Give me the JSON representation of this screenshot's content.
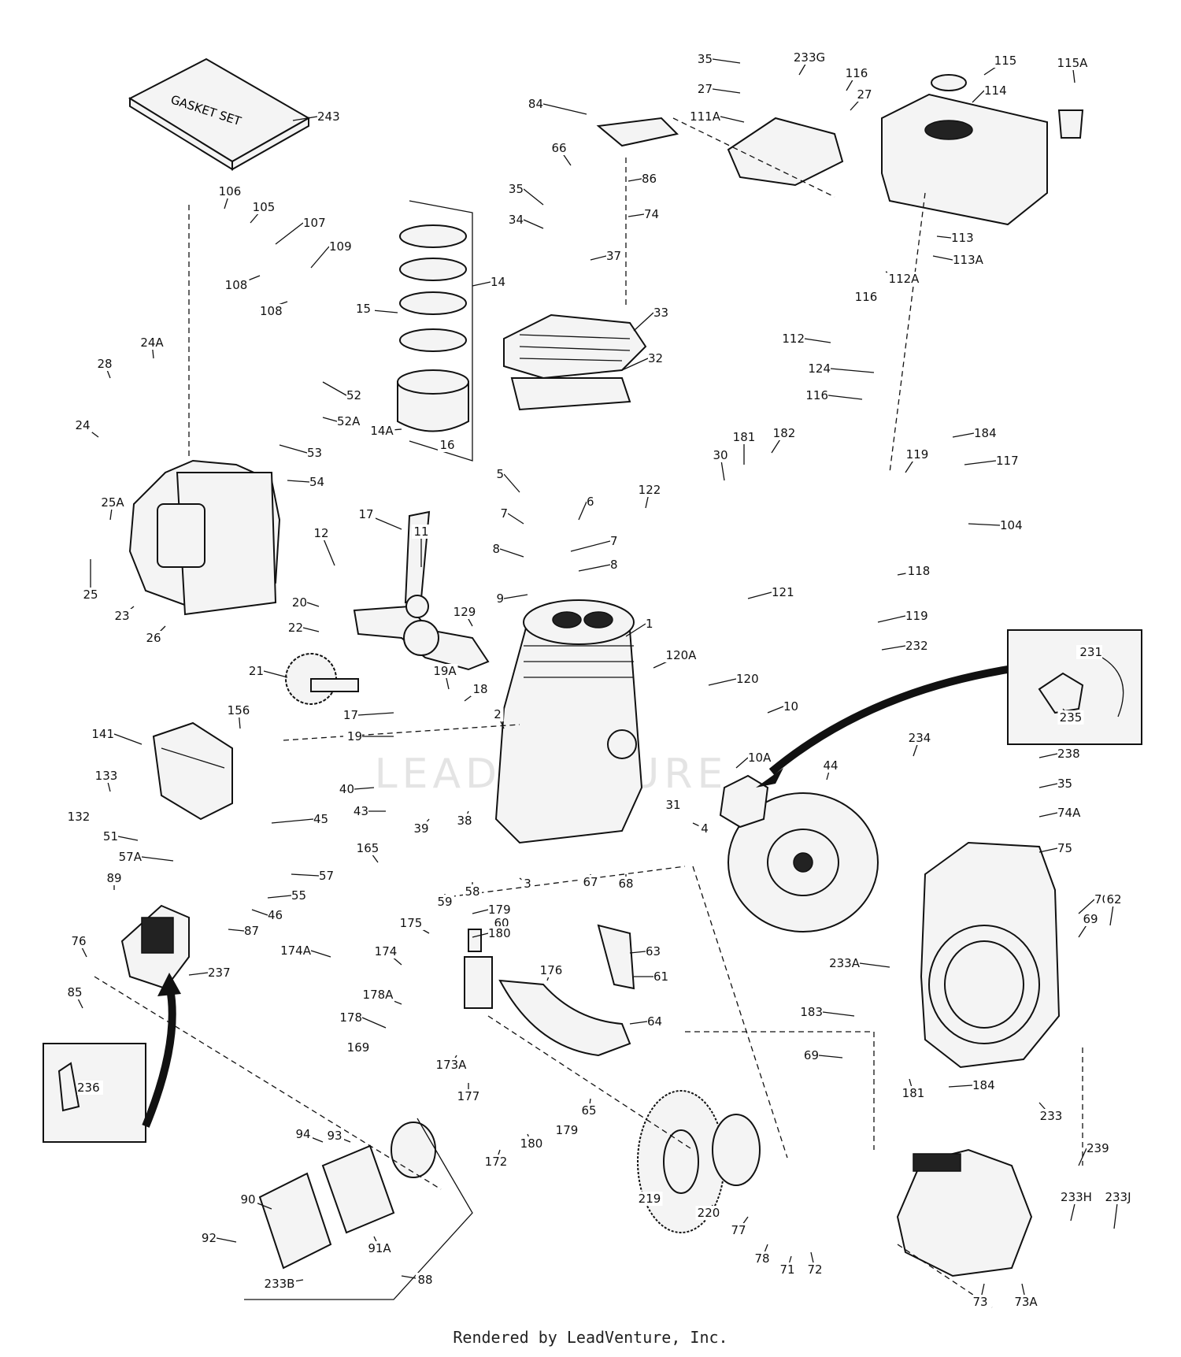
{
  "diagram": {
    "gasket_set_text": "GASKET SET",
    "labels": [
      "243",
      "106",
      "105",
      "107",
      "109",
      "108",
      "108",
      "28",
      "24A",
      "24",
      "25A",
      "25",
      "23",
      "26",
      "52",
      "52A",
      "53",
      "54",
      "12",
      "20",
      "22",
      "21",
      "11",
      "129",
      "17",
      "17",
      "19A",
      "18",
      "19",
      "2",
      "40",
      "43",
      "39",
      "38",
      "156",
      "141",
      "133",
      "132",
      "51",
      "57A",
      "45",
      "57",
      "55",
      "46",
      "89",
      "87",
      "76",
      "237",
      "85",
      "236",
      "165",
      "59",
      "58",
      "60",
      "3",
      "67",
      "68",
      "14",
      "15",
      "14A",
      "16",
      "35",
      "34",
      "37",
      "66",
      "74",
      "86",
      "84",
      "35",
      "27",
      "233G",
      "111A",
      "116",
      "27",
      "115",
      "114",
      "115A",
      "113",
      "113A",
      "112A",
      "116",
      "112",
      "124",
      "116",
      "33",
      "32",
      "5",
      "6",
      "7",
      "7",
      "8",
      "8",
      "9",
      "1",
      "122",
      "121",
      "120A",
      "120",
      "10",
      "10A",
      "31",
      "4",
      "30",
      "181",
      "182",
      "184",
      "117",
      "119",
      "104",
      "118",
      "119",
      "232",
      "231",
      "235",
      "234",
      "44",
      "238",
      "35",
      "74A",
      "75",
      "70",
      "62",
      "69",
      "233A",
      "183",
      "69",
      "181",
      "184",
      "233",
      "239",
      "233H",
      "233J",
      "73",
      "73A",
      "71",
      "72",
      "77",
      "78",
      "219",
      "220",
      "175",
      "179",
      "180",
      "174A",
      "174",
      "178A",
      "178",
      "169",
      "173A",
      "177",
      "176",
      "63",
      "61",
      "64",
      "65",
      "172",
      "180",
      "179",
      "93",
      "94",
      "90",
      "91A",
      "92",
      "233B",
      "88"
    ],
    "watermark": "LEADVENTURE",
    "footer": "Rendered by LeadVenture, Inc."
  }
}
